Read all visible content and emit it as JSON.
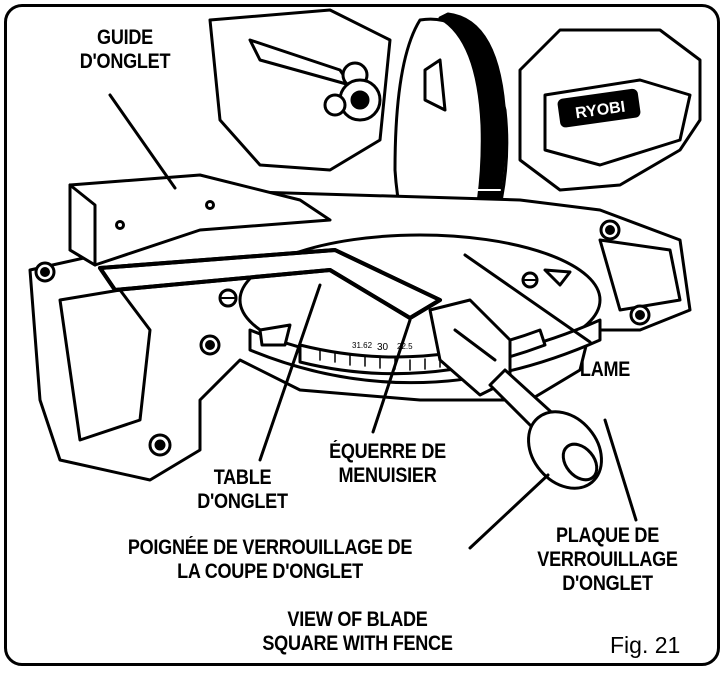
{
  "labels": {
    "miter_fence": [
      "GUIDE",
      "D'ONGLET"
    ],
    "blade": "LAME",
    "carpenter_square": [
      "ÉQUERRE DE",
      "MENUISIER"
    ],
    "miter_table": [
      "TABLE",
      "D'ONGLET"
    ],
    "miter_lock_handle": [
      "POIGNÉE DE VERROUILLAGE DE",
      "LA COUPE D'ONGLET"
    ],
    "miter_lock_plate": [
      "PLAQUE DE",
      "VERROUILLAGE",
      "D'ONGLET"
    ],
    "view_caption": [
      "VIEW OF BLADE",
      "SQUARE WITH FENCE"
    ],
    "figure_number": "Fig. 21"
  },
  "brand": "RYOBI",
  "scale_marks": [
    "31.62",
    "30",
    "22.5"
  ]
}
